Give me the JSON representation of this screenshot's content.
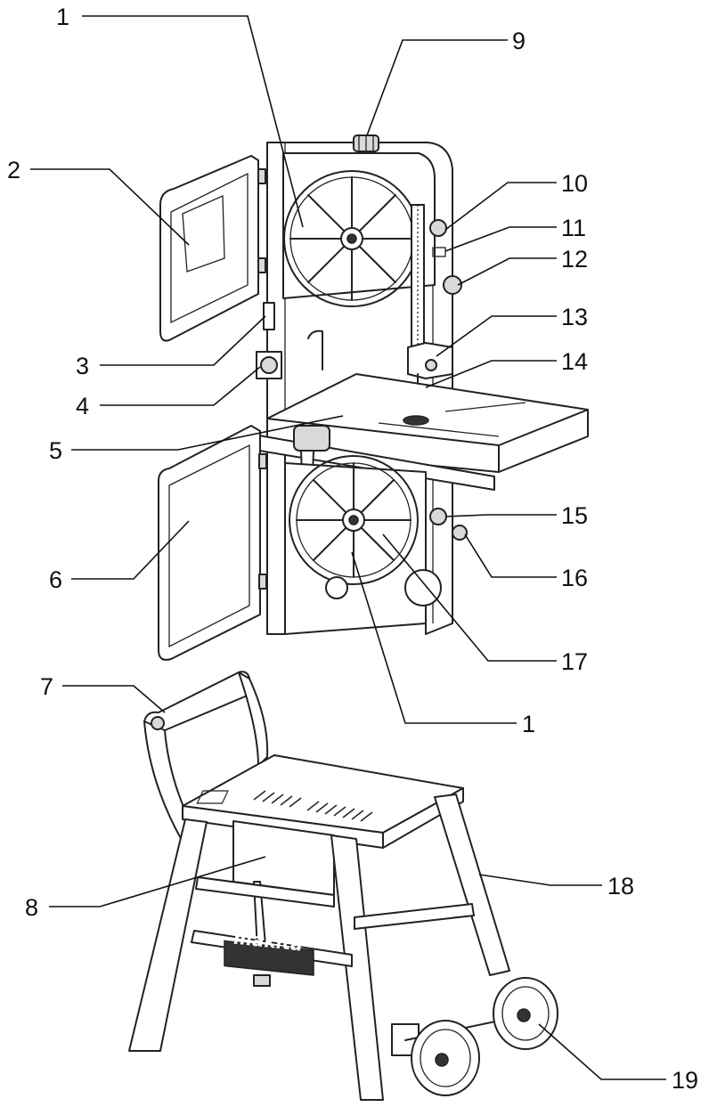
{
  "labels": [
    {
      "id": "blade-1-top",
      "text": "1"
    },
    {
      "id": "2",
      "text": "2"
    },
    {
      "id": "3",
      "text": "3"
    },
    {
      "id": "4",
      "text": "4"
    },
    {
      "id": "5",
      "text": "5"
    },
    {
      "id": "6",
      "text": "6"
    },
    {
      "id": "7",
      "text": "7"
    },
    {
      "id": "8",
      "text": "8"
    },
    {
      "id": "9",
      "text": "9"
    },
    {
      "id": "10",
      "text": "10"
    },
    {
      "id": "11",
      "text": "11"
    },
    {
      "id": "12",
      "text": "12"
    },
    {
      "id": "13",
      "text": "13"
    },
    {
      "id": "14",
      "text": "14"
    },
    {
      "id": "15",
      "text": "15"
    },
    {
      "id": "16",
      "text": "16"
    },
    {
      "id": "17",
      "text": "17"
    },
    {
      "id": "blade-1-bottom",
      "text": "1"
    },
    {
      "id": "18",
      "text": "18"
    },
    {
      "id": "19",
      "text": "19"
    }
  ],
  "logo": {
    "text": "makita"
  }
}
